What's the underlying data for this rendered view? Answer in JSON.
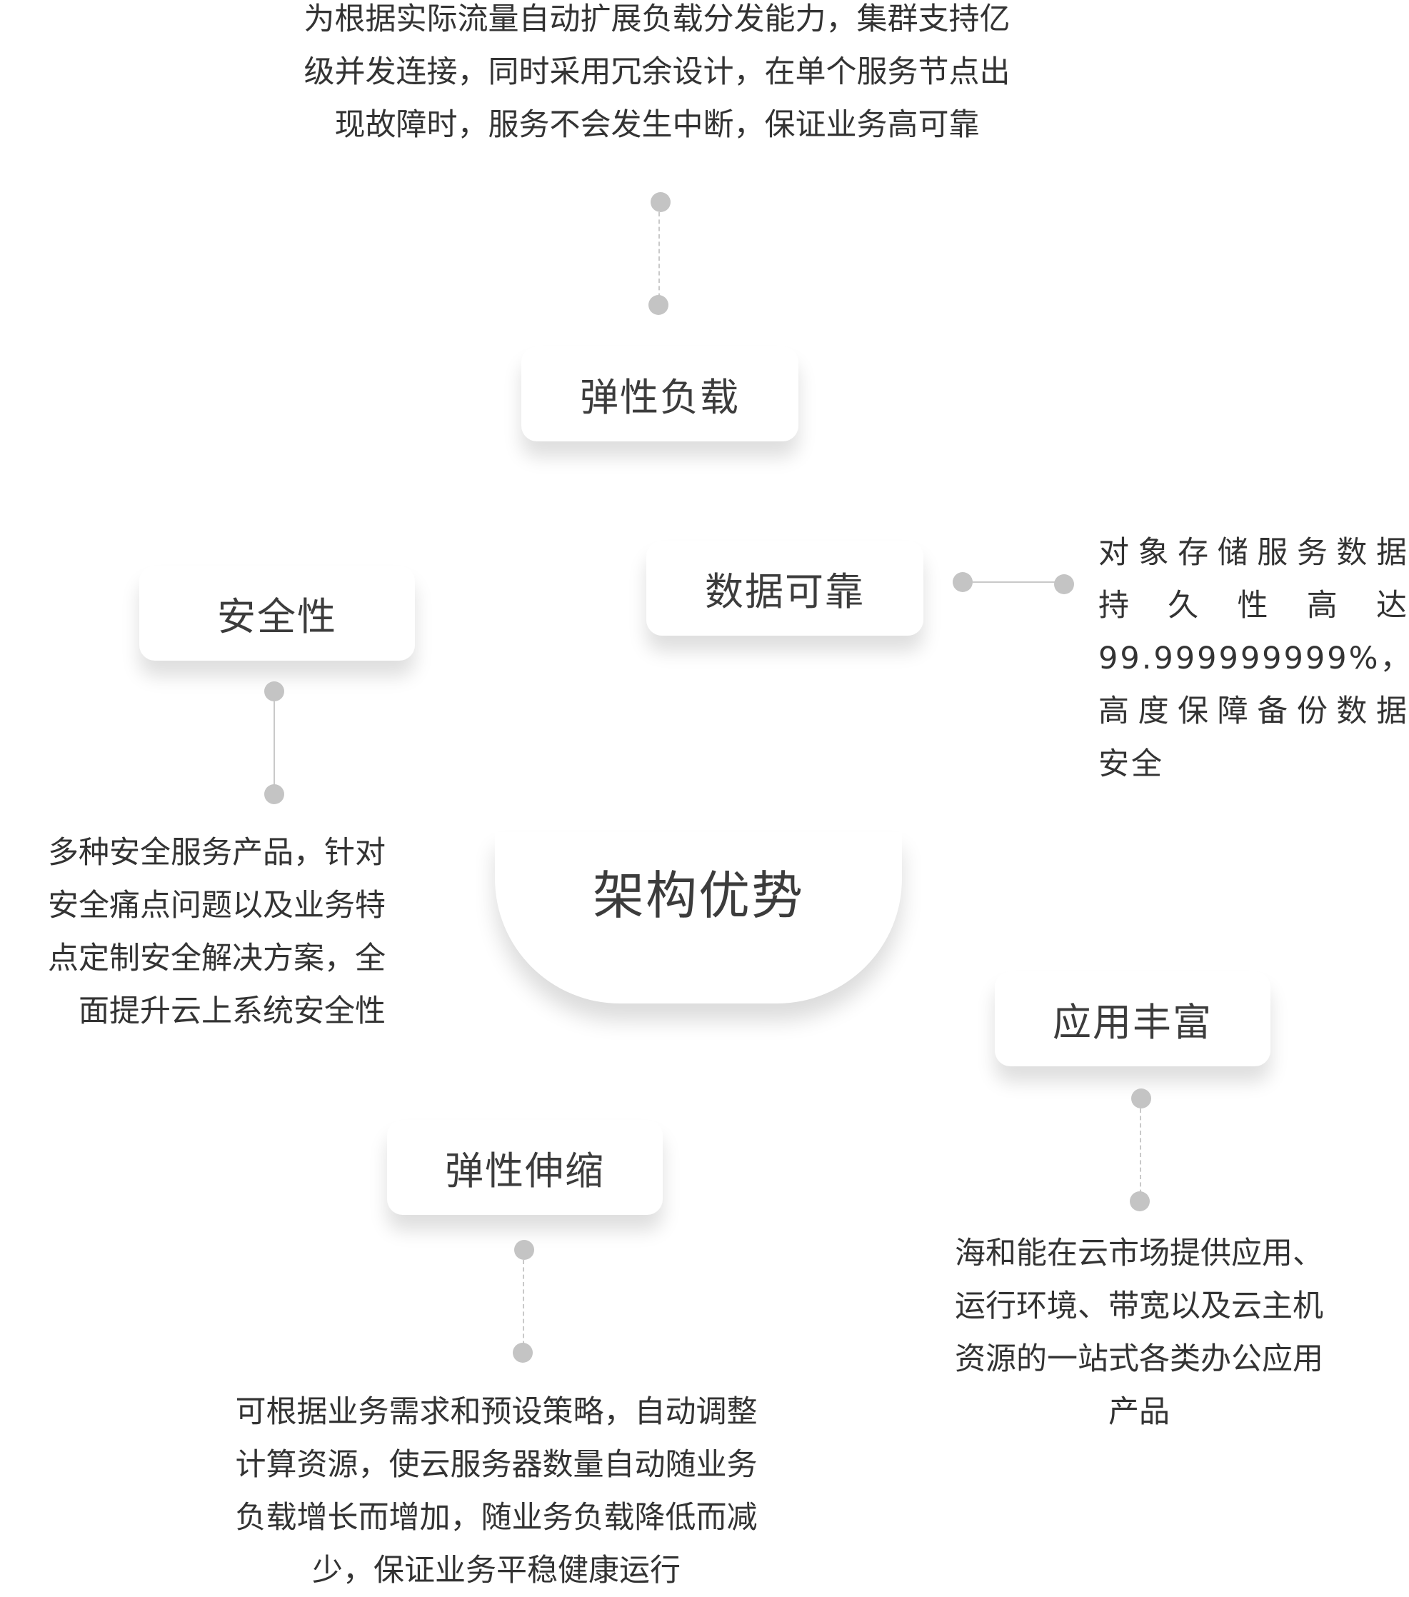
{
  "center": {
    "title": "架构优势"
  },
  "nodes": {
    "elastic_load": {
      "title": "弹性负载",
      "desc": [
        "为根据实际流量自动扩展负载分发能力，集群支持亿",
        "级并发连接，同时采用冗余设计，在单个服务节点出",
        "现故障时，服务不会发生中断，保证业务高可靠"
      ]
    },
    "data_reliable": {
      "title": "数据可靠",
      "desc": [
        "对象存储服务数据",
        "持久性高达",
        "99.999999999%，",
        "高度保障备份数据",
        "安全"
      ]
    },
    "security": {
      "title": "安全性",
      "desc": [
        "多种安全服务产品，针对",
        "安全痛点问题以及业务特",
        "点定制安全解决方案，全",
        "面提升云上系统安全性"
      ]
    },
    "rich_apps": {
      "title": "应用丰富",
      "desc": [
        "海和能在云市场提供应用、",
        "运行环境、带宽以及云主机",
        "资源的一站式各类办公应用",
        "产品"
      ]
    },
    "elastic_scaling": {
      "title": "弹性伸缩",
      "desc": [
        "可根据业务需求和预设策略，自动调整",
        "计算资源，使云服务器数量自动随业务",
        "负载增长而增加，随业务负载降低而减",
        "少，保证业务平稳健康运行"
      ]
    }
  }
}
